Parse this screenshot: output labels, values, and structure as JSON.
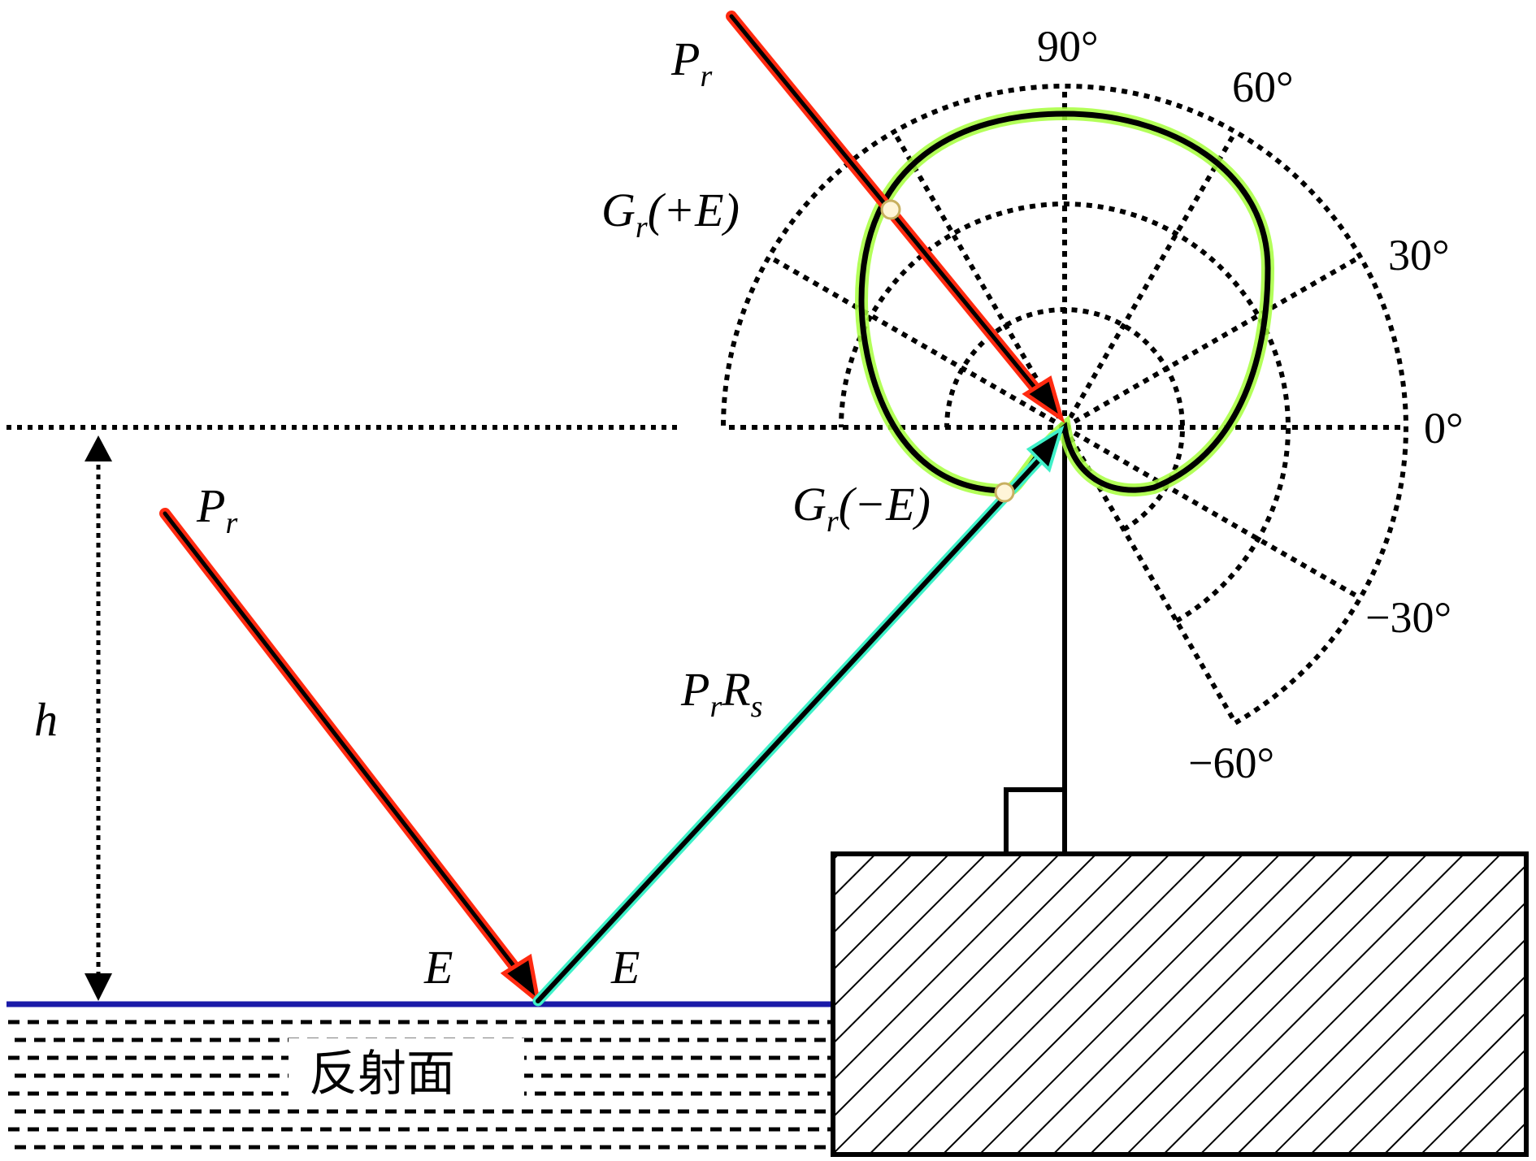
{
  "labels": {
    "pr_incident_top": {
      "main": "P",
      "sub": "r"
    },
    "pr_incident_left": {
      "main": "P",
      "sub": "r"
    },
    "pr_rs": {
      "main1": "P",
      "sub1": "r",
      "main2": "R",
      "sub2": "s"
    },
    "gr_plus": {
      "main": "G",
      "sub": "r",
      "rest": "(+E)"
    },
    "gr_minus": {
      "main": "G",
      "sub": "r",
      "rest": "(−E)"
    },
    "height": "h",
    "angle_left": "E",
    "angle_right": "E",
    "surface": "反射面"
  },
  "polar_angle_labels": [
    "90°",
    "60°",
    "30°",
    "0°",
    "−30°",
    "−60°"
  ],
  "colors": {
    "incident_ray": "#ff2a10",
    "reflected_ray_glow": "#3ff0c8",
    "pattern_glow": "#a6ff3c",
    "surface_line": "#1a1aa8",
    "ink": "#000000"
  }
}
